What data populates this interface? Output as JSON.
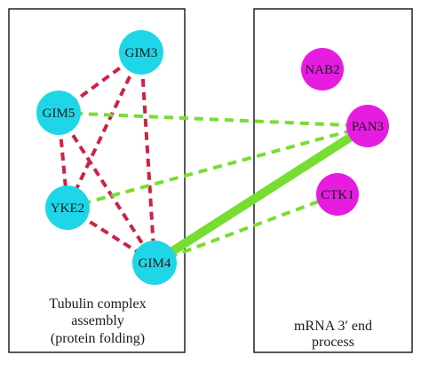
{
  "panels": {
    "left": {
      "caption": [
        "Tubulin complex",
        "assembly",
        "(protein folding)"
      ]
    },
    "right": {
      "caption": [
        "mRNA 3′ end",
        "process"
      ]
    }
  },
  "colors": {
    "panel_border": "#000000",
    "node_left": "#1fd6e8",
    "node_right": "#e61ce0",
    "edge_red": "#cc2344",
    "edge_green": "#77dd33"
  },
  "nodes": [
    {
      "id": "GIM3",
      "label": "GIM3",
      "group": "left"
    },
    {
      "id": "GIM5",
      "label": "GIM5",
      "group": "left"
    },
    {
      "id": "YKE2",
      "label": "YKE2",
      "group": "left"
    },
    {
      "id": "GIM4",
      "label": "GIM4",
      "group": "left"
    },
    {
      "id": "NAB2",
      "label": "NAB2",
      "group": "right"
    },
    {
      "id": "PAN3",
      "label": "PAN3",
      "group": "right"
    },
    {
      "id": "CTK1",
      "label": "CTK1",
      "group": "right"
    }
  ],
  "edges": [
    {
      "from": "GIM3",
      "to": "GIM5",
      "style": "red-dashed"
    },
    {
      "from": "GIM3",
      "to": "YKE2",
      "style": "red-dashed"
    },
    {
      "from": "GIM3",
      "to": "GIM4",
      "style": "red-dashed"
    },
    {
      "from": "GIM5",
      "to": "YKE2",
      "style": "red-dashed"
    },
    {
      "from": "GIM5",
      "to": "GIM4",
      "style": "red-dashed"
    },
    {
      "from": "YKE2",
      "to": "GIM4",
      "style": "red-dashed"
    },
    {
      "from": "GIM5",
      "to": "PAN3",
      "style": "green-dashed"
    },
    {
      "from": "YKE2",
      "to": "PAN3",
      "style": "green-dashed"
    },
    {
      "from": "GIM4",
      "to": "PAN3",
      "style": "green-solid"
    },
    {
      "from": "GIM4",
      "to": "CTK1",
      "style": "green-dashed"
    }
  ]
}
